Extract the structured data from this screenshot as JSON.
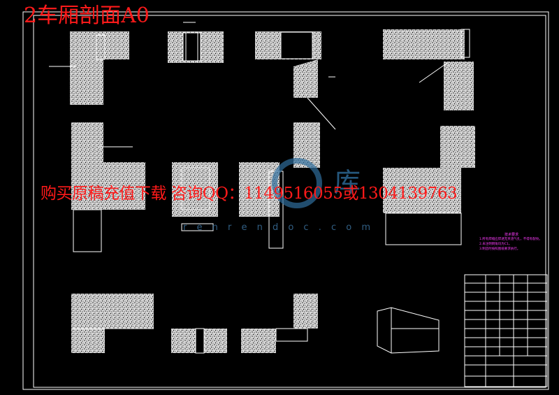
{
  "title": "2车厢剖面A0",
  "watermark": "购买原稿充值下载 咨询QQ：1149516055或1304139763",
  "watermark_url": "r e n r e n d o c . c o m",
  "watermark_logo": "库",
  "notes": {
    "title": "技术要求",
    "lines": [
      "1.所有焊缝应焊透无夹渣气孔，不得有裂纹。",
      "2.未注明倒角均为C1。",
      "3.制造时按照图纸要求执行。"
    ]
  },
  "colors": {
    "background": "#000000",
    "lines": "#ffffff",
    "title": "#ff1a1a",
    "notes": "#ff3cff",
    "watermark_logo": "#2f6d9c"
  }
}
